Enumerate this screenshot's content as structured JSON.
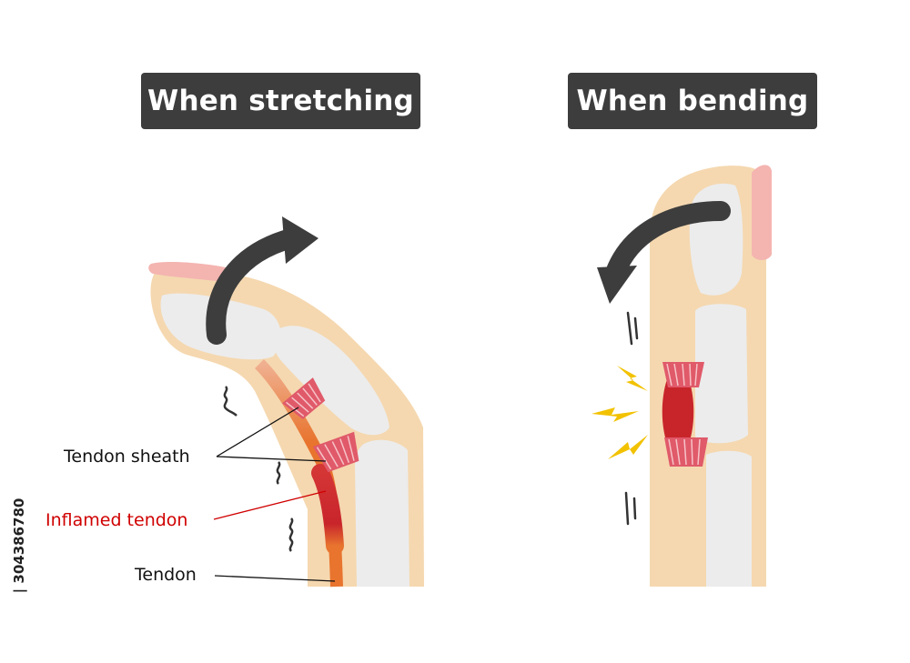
{
  "panels": {
    "left": {
      "title": "When stretching"
    },
    "right": {
      "title": "When bending"
    }
  },
  "labels": {
    "tendon_sheath": "Tendon sheath",
    "inflamed_tendon": "Inflamed tendon",
    "tendon": "Tendon"
  },
  "watermark": {
    "stock_id": "| 304386780"
  },
  "colors": {
    "skin": "#f5d8b0",
    "bone": "#ececec",
    "nail": "#f4b4b0",
    "tendon": "#e8742e",
    "inflamed": "#c8252b",
    "sheath": "#e05a6a",
    "arrow": "#3d3d3d",
    "title_bg": "#3d3d3d",
    "inflamed_label": "#d00000",
    "lightning": "#f2c200"
  }
}
